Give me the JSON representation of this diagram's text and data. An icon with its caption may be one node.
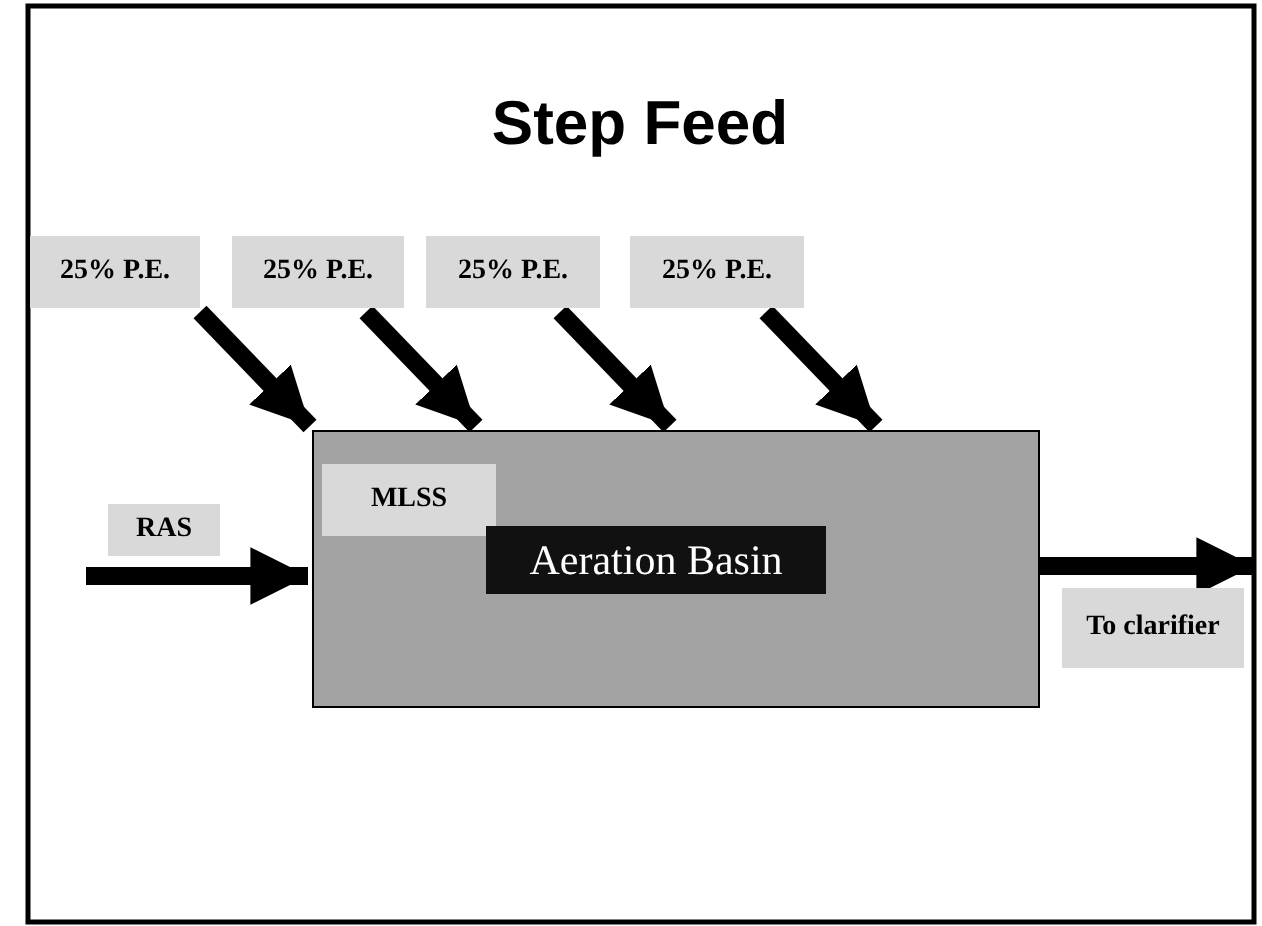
{
  "diagram": {
    "title": "Step Feed",
    "nodes": [
      {
        "text": [
          "MLSS",
          "Aeration Basin"
        ]
      },
      {
        "text": [
          "25% P.E."
        ]
      },
      {
        "text": [
          "25% P.E."
        ]
      },
      {
        "text": [
          "25% P.E."
        ]
      },
      {
        "text": [
          "25% P.E."
        ]
      },
      {
        "text": [
          "RAS"
        ]
      },
      {
        "text": [
          "To clarifier"
        ]
      }
    ],
    "edges": [
      {
        "from": 1,
        "to": 0,
        "arrow": "to"
      },
      {
        "from": 2,
        "to": 0,
        "arrow": "to"
      },
      {
        "from": 3,
        "to": 0,
        "arrow": "to"
      },
      {
        "from": 4,
        "to": 0,
        "arrow": "to"
      },
      {
        "from": null,
        "to": 0,
        "arrow": "to"
      },
      {
        "from": 0,
        "to": 6,
        "arrow": "to"
      }
    ]
  }
}
